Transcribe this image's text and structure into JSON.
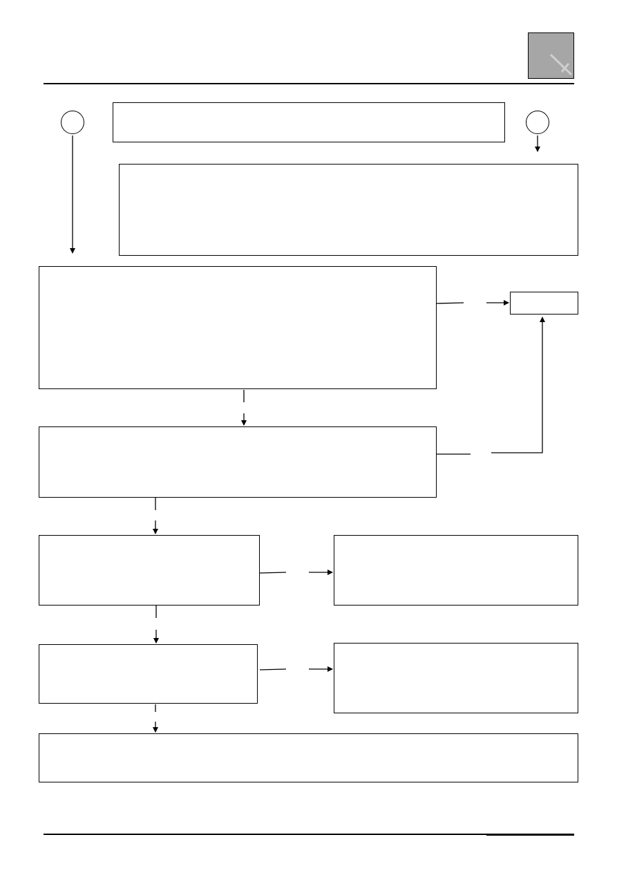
{
  "page": {
    "background": "#ffffff",
    "line_color": "#000000",
    "tab_color": "#a6a6a6"
  },
  "header": {
    "tab_icon": "cross-mark-icon"
  },
  "flowchart": {
    "connectors": [
      "entry-a",
      "entry-b"
    ],
    "boxes": [
      "title",
      "intro",
      "step-1",
      "result",
      "step-2",
      "step-3",
      "step-3-alt",
      "step-4",
      "step-4-alt",
      "final"
    ],
    "arrows": 11
  }
}
